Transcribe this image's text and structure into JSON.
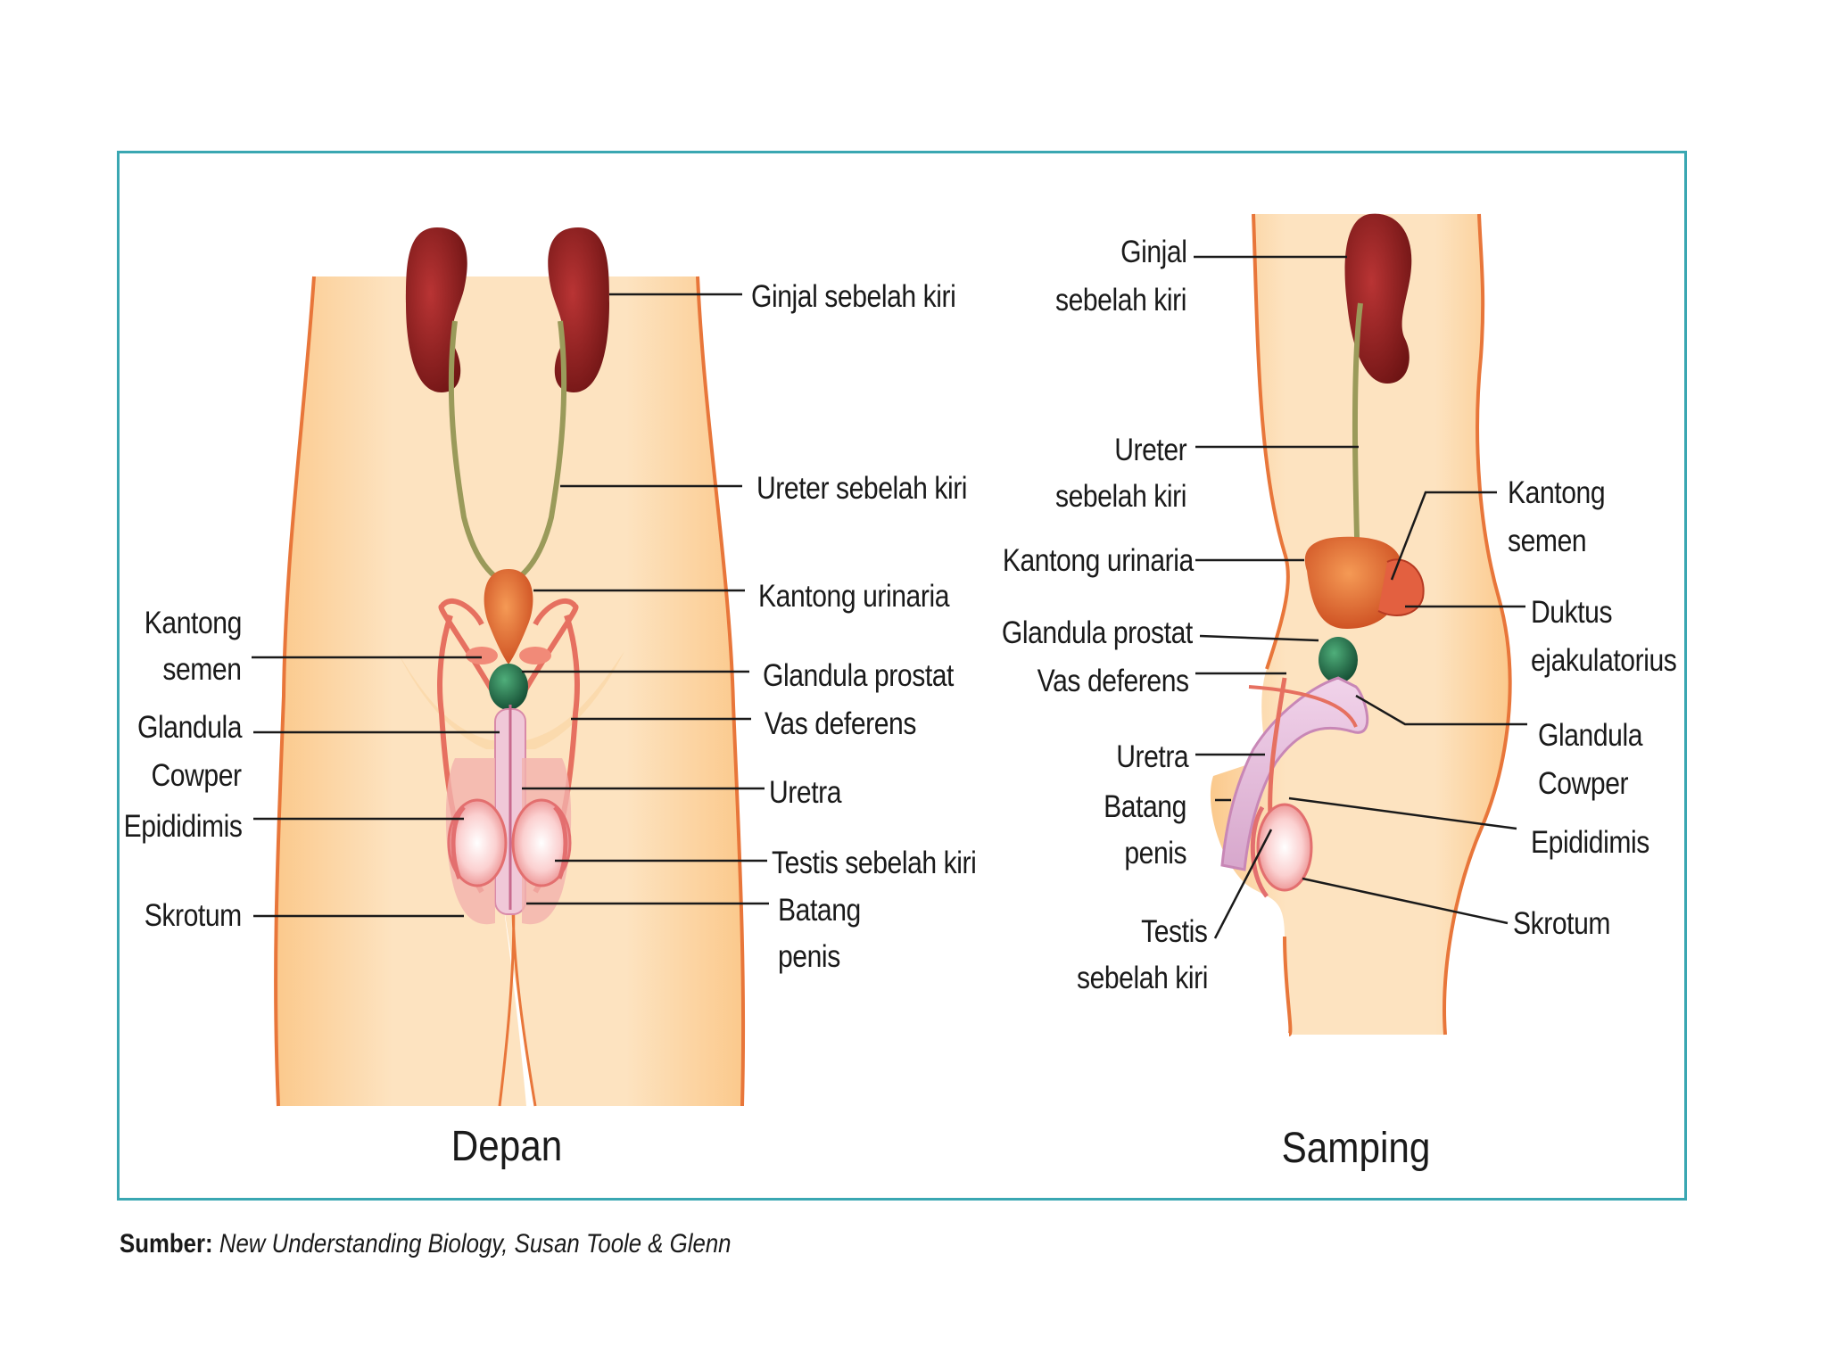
{
  "front": {
    "caption": "Depan",
    "labels": {
      "ginjal": "Ginjal sebelah kiri",
      "ureter": "Ureter sebelah kiri",
      "kantong_urinaria": "Kantong urinaria",
      "glandula_prostat": "Glandula prostat",
      "vas_deferens": "Vas deferens",
      "uretra": "Uretra",
      "testis": "Testis sebelah kiri",
      "batang_1": "Batang",
      "batang_2": "penis",
      "kantong_semen_1": "Kantong",
      "kantong_semen_2": "semen",
      "cowper_1": "Glandula",
      "cowper_2": "Cowper",
      "epididimis": "Epididimis",
      "skrotum": "Skrotum"
    }
  },
  "side": {
    "caption": "Samping",
    "labels": {
      "ginjal_1": "Ginjal",
      "ginjal_2": "sebelah kiri",
      "ureter_1": "Ureter",
      "ureter_2": "sebelah kiri",
      "kantong_urinaria": "Kantong urinaria",
      "glandula_prostat": "Glandula prostat",
      "vas_deferens": "Vas deferens",
      "uretra": "Uretra",
      "batang_1": "Batang",
      "batang_2": "penis",
      "testis_1": "Testis",
      "testis_2": "sebelah kiri",
      "kantong_semen_1": "Kantong",
      "kantong_semen_2": "semen",
      "duktus_1": "Duktus",
      "duktus_2": "ejakulatorius",
      "cowper_1": "Glandula",
      "cowper_2": "Cowper",
      "epididimis": "Epididimis",
      "skrotum": "Skrotum"
    }
  },
  "source": {
    "label": "Sumber:",
    "text": "New Understanding Biology, Susan Toole & Glenn"
  },
  "colors": {
    "frame": "#3aa7b2",
    "skin": "#fde0b4",
    "skin_outline": "#e8763a",
    "kidney": "#8b1d1d",
    "ureter": "#9a9a5a",
    "bladder": "#e0642a",
    "prostate": "#1f6f4a",
    "testis": "#f5a8a8"
  }
}
